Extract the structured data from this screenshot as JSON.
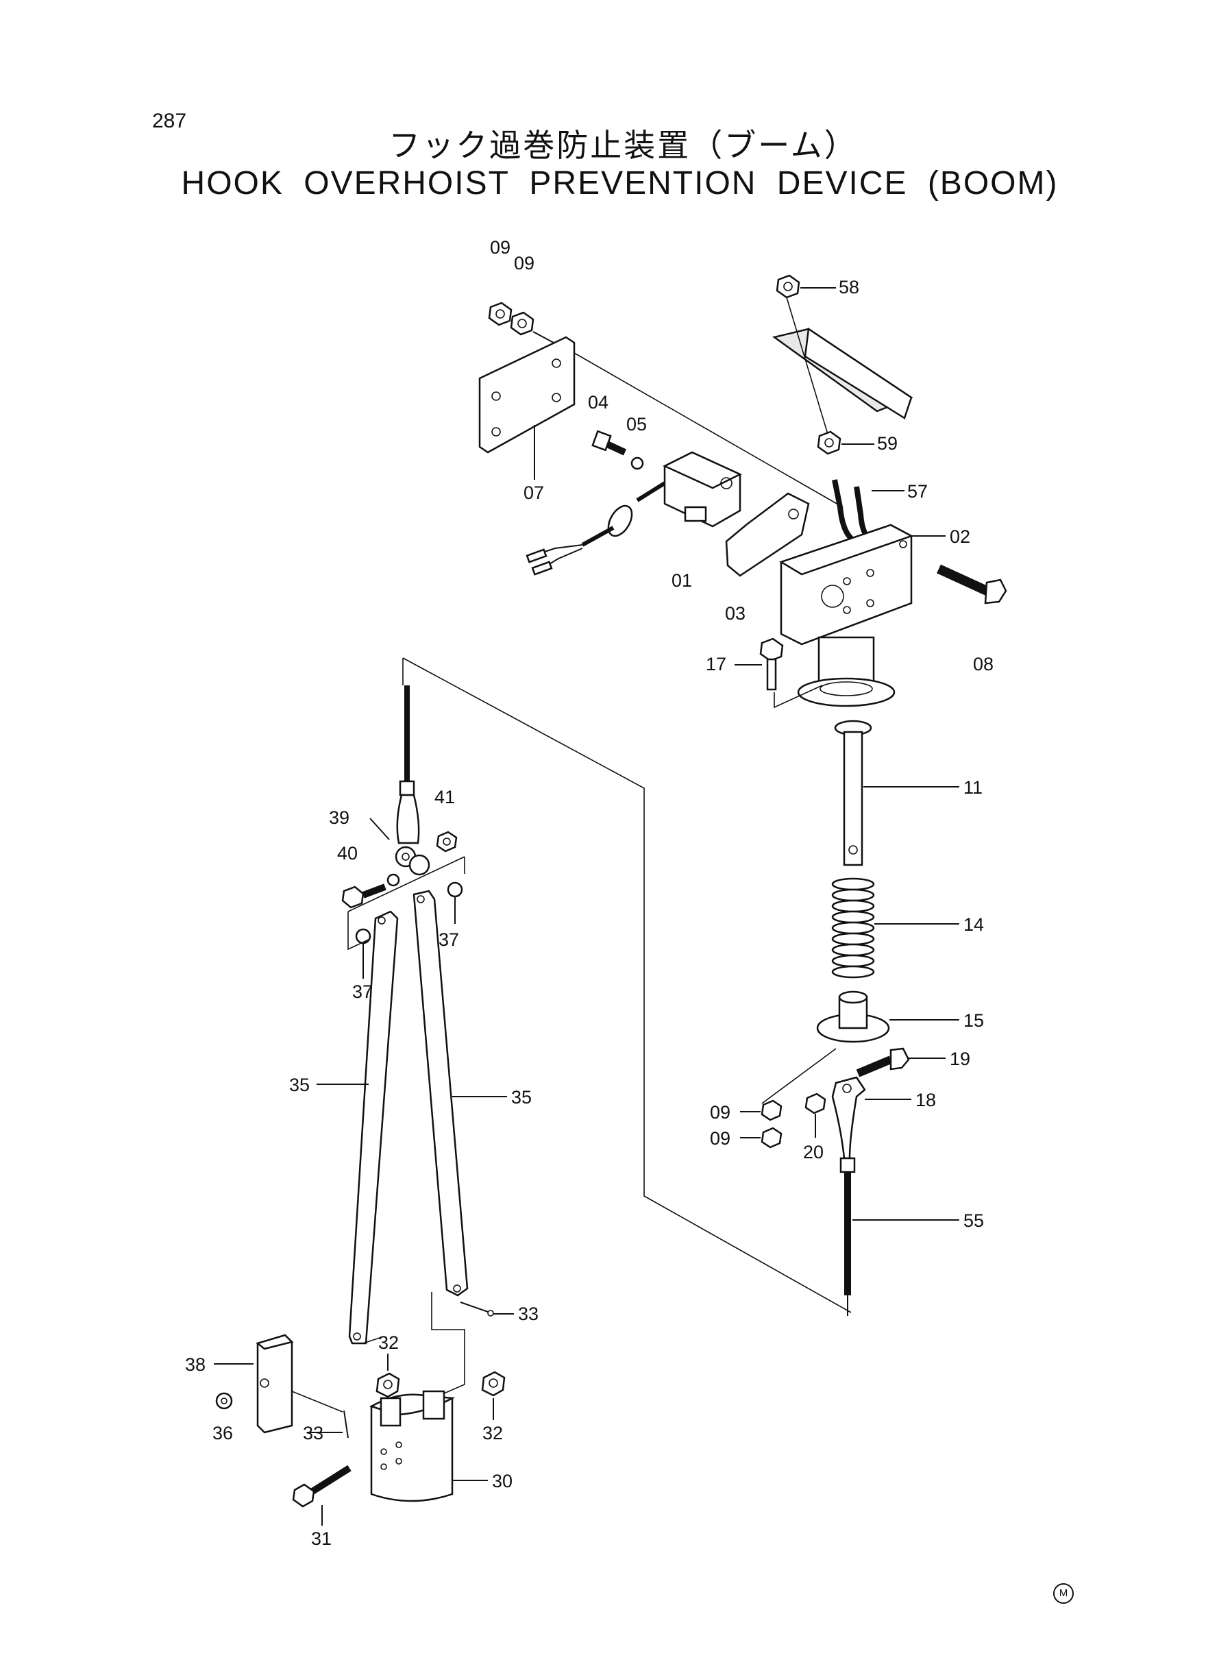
{
  "page_number": "287",
  "title_jp": "フック過巻防止装置（ブーム）",
  "title_en": "HOOK OVERHOIST PREVENTION DEVICE (BOOM)",
  "mark_symbol": "M",
  "callouts": {
    "c09a": "09",
    "c09b": "09",
    "c58": "58",
    "c04": "04",
    "c05": "05",
    "c59": "59",
    "c57": "57",
    "c07": "07",
    "c02": "02",
    "c01": "01",
    "c03": "03",
    "c08": "08",
    "c17": "17",
    "c11": "11",
    "c41": "41",
    "c39": "39",
    "c40": "40",
    "c37a": "37",
    "c37b": "37",
    "c14": "14",
    "c15": "15",
    "c19": "19",
    "c35a": "35",
    "c35b": "35",
    "c18": "18",
    "c09c": "09",
    "c09d": "09",
    "c20": "20",
    "c55": "55",
    "c33a": "33",
    "c32a": "32",
    "c38": "38",
    "c32b": "32",
    "c36": "36",
    "c33b": "33",
    "c30": "30",
    "c31": "31"
  }
}
